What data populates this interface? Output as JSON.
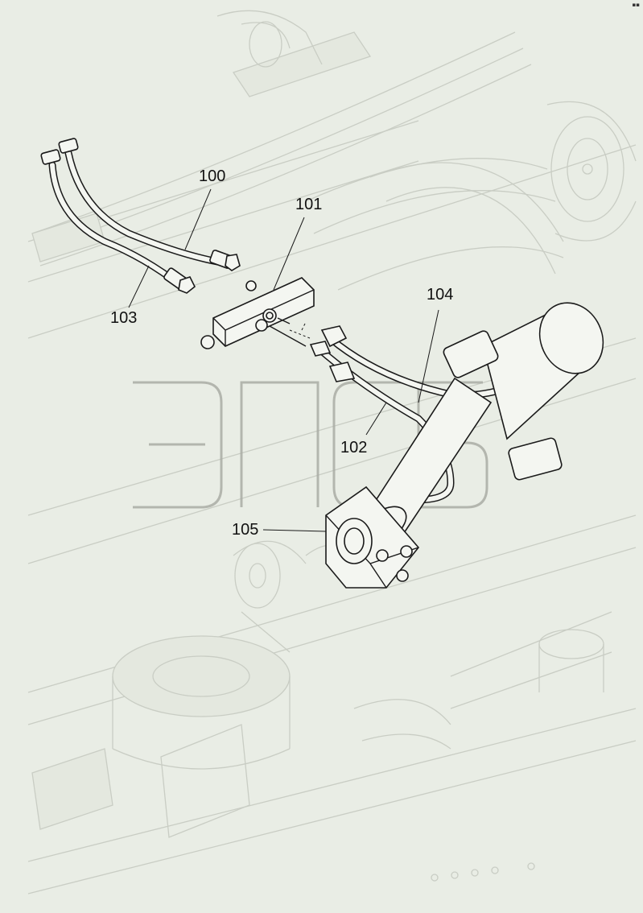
{
  "callouts": {
    "p100": "100",
    "p101": "101",
    "p102": "102",
    "p103": "103",
    "p104": "104",
    "p105": "105"
  },
  "watermark": "ЭПСБ",
  "corner_mark": "▪▪",
  "colors": {
    "background": "#e9ede5",
    "ghost_lines": "#c9cdc4",
    "part_lines": "#1a1a1a",
    "watermark": "#a9aca4"
  },
  "icons": [
    "hose-icon",
    "manifold-block-icon",
    "hydraulic-cylinder-icon",
    "mounting-block-icon"
  ]
}
